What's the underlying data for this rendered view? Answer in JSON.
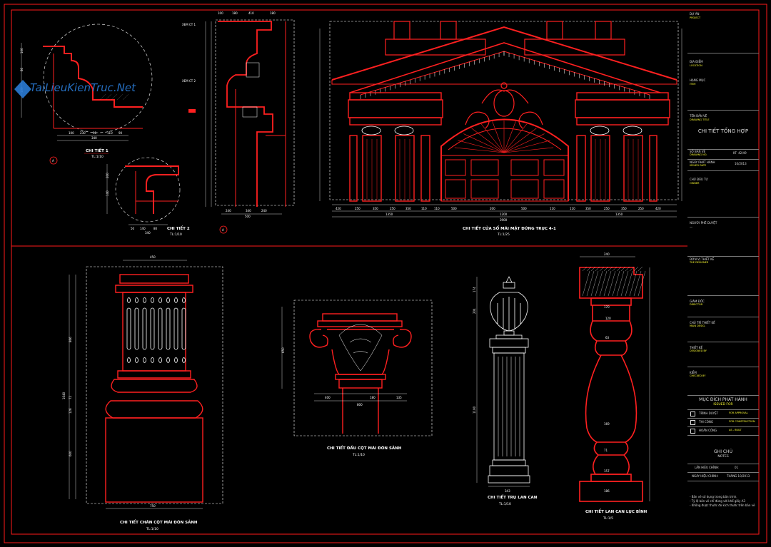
{
  "watermark": "TaiLieuKienTruc.Net",
  "colors": {
    "red": "#ff2020",
    "white": "#ffffff",
    "yellow": "#ffff33",
    "cyan": "#33ffff",
    "green": "#33ff33",
    "frame": "#ff1a1a"
  },
  "details": {
    "d1": {
      "title": "CHI TIẾT 1",
      "scale": "TL:1/10"
    },
    "d2": {
      "title": "CHI TIẾT 2",
      "scale": "TL:1/10"
    },
    "window": {
      "title": "CHI TIẾT CỬA SỔ MÁI MẶT ĐỨNG TRỤC 4-1",
      "scale": "TL:1/25"
    },
    "column_base": {
      "title": "CHI TIẾT CHÂN CỘT MÁI ĐÓN SẢNH",
      "scale": "TL:1/10"
    },
    "capital": {
      "title": "CHI TIẾT ĐẦU CỘT MÁI ĐÓN SẢNH",
      "scale": "TL:1/10"
    },
    "pillar": {
      "title": "CHI TIẾT TRỤ LAN CAN",
      "scale": "TL:1/10"
    },
    "baluster": {
      "title": "CHI TIẾT LAN CAN LỤC BÌNH",
      "scale": "TL:1/5"
    }
  },
  "labels": {
    "xem_ct1": "XEM CT 1",
    "xem_ct2": "XEM CT 2",
    "marker_a": "A"
  },
  "dims": {
    "window_total": "3900",
    "window_left": "1350",
    "window_mid": "1200",
    "window_right": "1350",
    "base_top": "450",
    "base_bottom": "750",
    "capital_total": "800",
    "pillar_bottom": "343",
    "baluster_top": "240",
    "d1_bottom": "340",
    "d2_bottom": "340",
    "d3_bottom": "500"
  },
  "title_block": {
    "project": "DỰ ÁN",
    "project_en": "PROJECT",
    "location": "ĐỊA ĐIỂM",
    "location_en": "LOCATION",
    "item": "HẠNG MỤC",
    "item_en": "ITEM",
    "drawing_name": "TÊN BẢN VẼ",
    "drawing_name_en": "DRAWING TITLE",
    "drawing_title": "CHI TIẾT TỔNG HỢP",
    "drawing_no": "SỐ BẢN VẼ",
    "drawing_no_en": "DRAWING NO.",
    "drawing_no_val": "KT- 42/49",
    "issue_date": "NGÀY PHÁT HÀNH",
    "issue_date_en": "ISSUED DATE",
    "issue_date_val": "10/2013",
    "owner": "CHỦ ĐẦU TƯ",
    "owner_en": "OWNER",
    "approver": "NGƯỜI PHÊ DUYỆT",
    "approver_val": "—",
    "designer_unit": "ĐƠN VỊ THIẾT KẾ",
    "designer_unit_en": "THE DESIGNER",
    "director": "GIÁM ĐỐC",
    "director_en": "DIRECTOR",
    "chief": "CHỦ TRÌ THIẾT KẾ",
    "chief_en": "MAIN DESIG.",
    "design": "THIẾT KẾ",
    "design_en": "DESIGNED BY",
    "check": "KIỂM",
    "check_en": "CHECKED BY",
    "purpose": "MỤC ĐÍCH PHÁT HÀNH",
    "purpose_en": "ISSUED FOR",
    "opt1": "TRÌNH DUYỆT",
    "opt1_en": "FOR APPROVAL",
    "opt2": "THI CÔNG",
    "opt2_en": "FOR CONSTRUCTION",
    "opt3": "HOÀN CÔNG",
    "opt3_en": "AS - BUILT",
    "notes": "GHI CHÚ",
    "notes_en": "NOTES",
    "rev": "LẦN HIỆU CHỈNH:",
    "rev_val": "01",
    "rev_date": "NGÀY HIỆU CHỈNH:",
    "rev_date_val": "THÁNG 10/2013",
    "note_lines": [
      "- Bản vẽ sử dụng trong bản trình.",
      "- Tỷ lệ bản vẽ chỉ đúng với khổ giấy A3",
      "- Không được thước đo kích thước trên bản vẽ"
    ]
  }
}
